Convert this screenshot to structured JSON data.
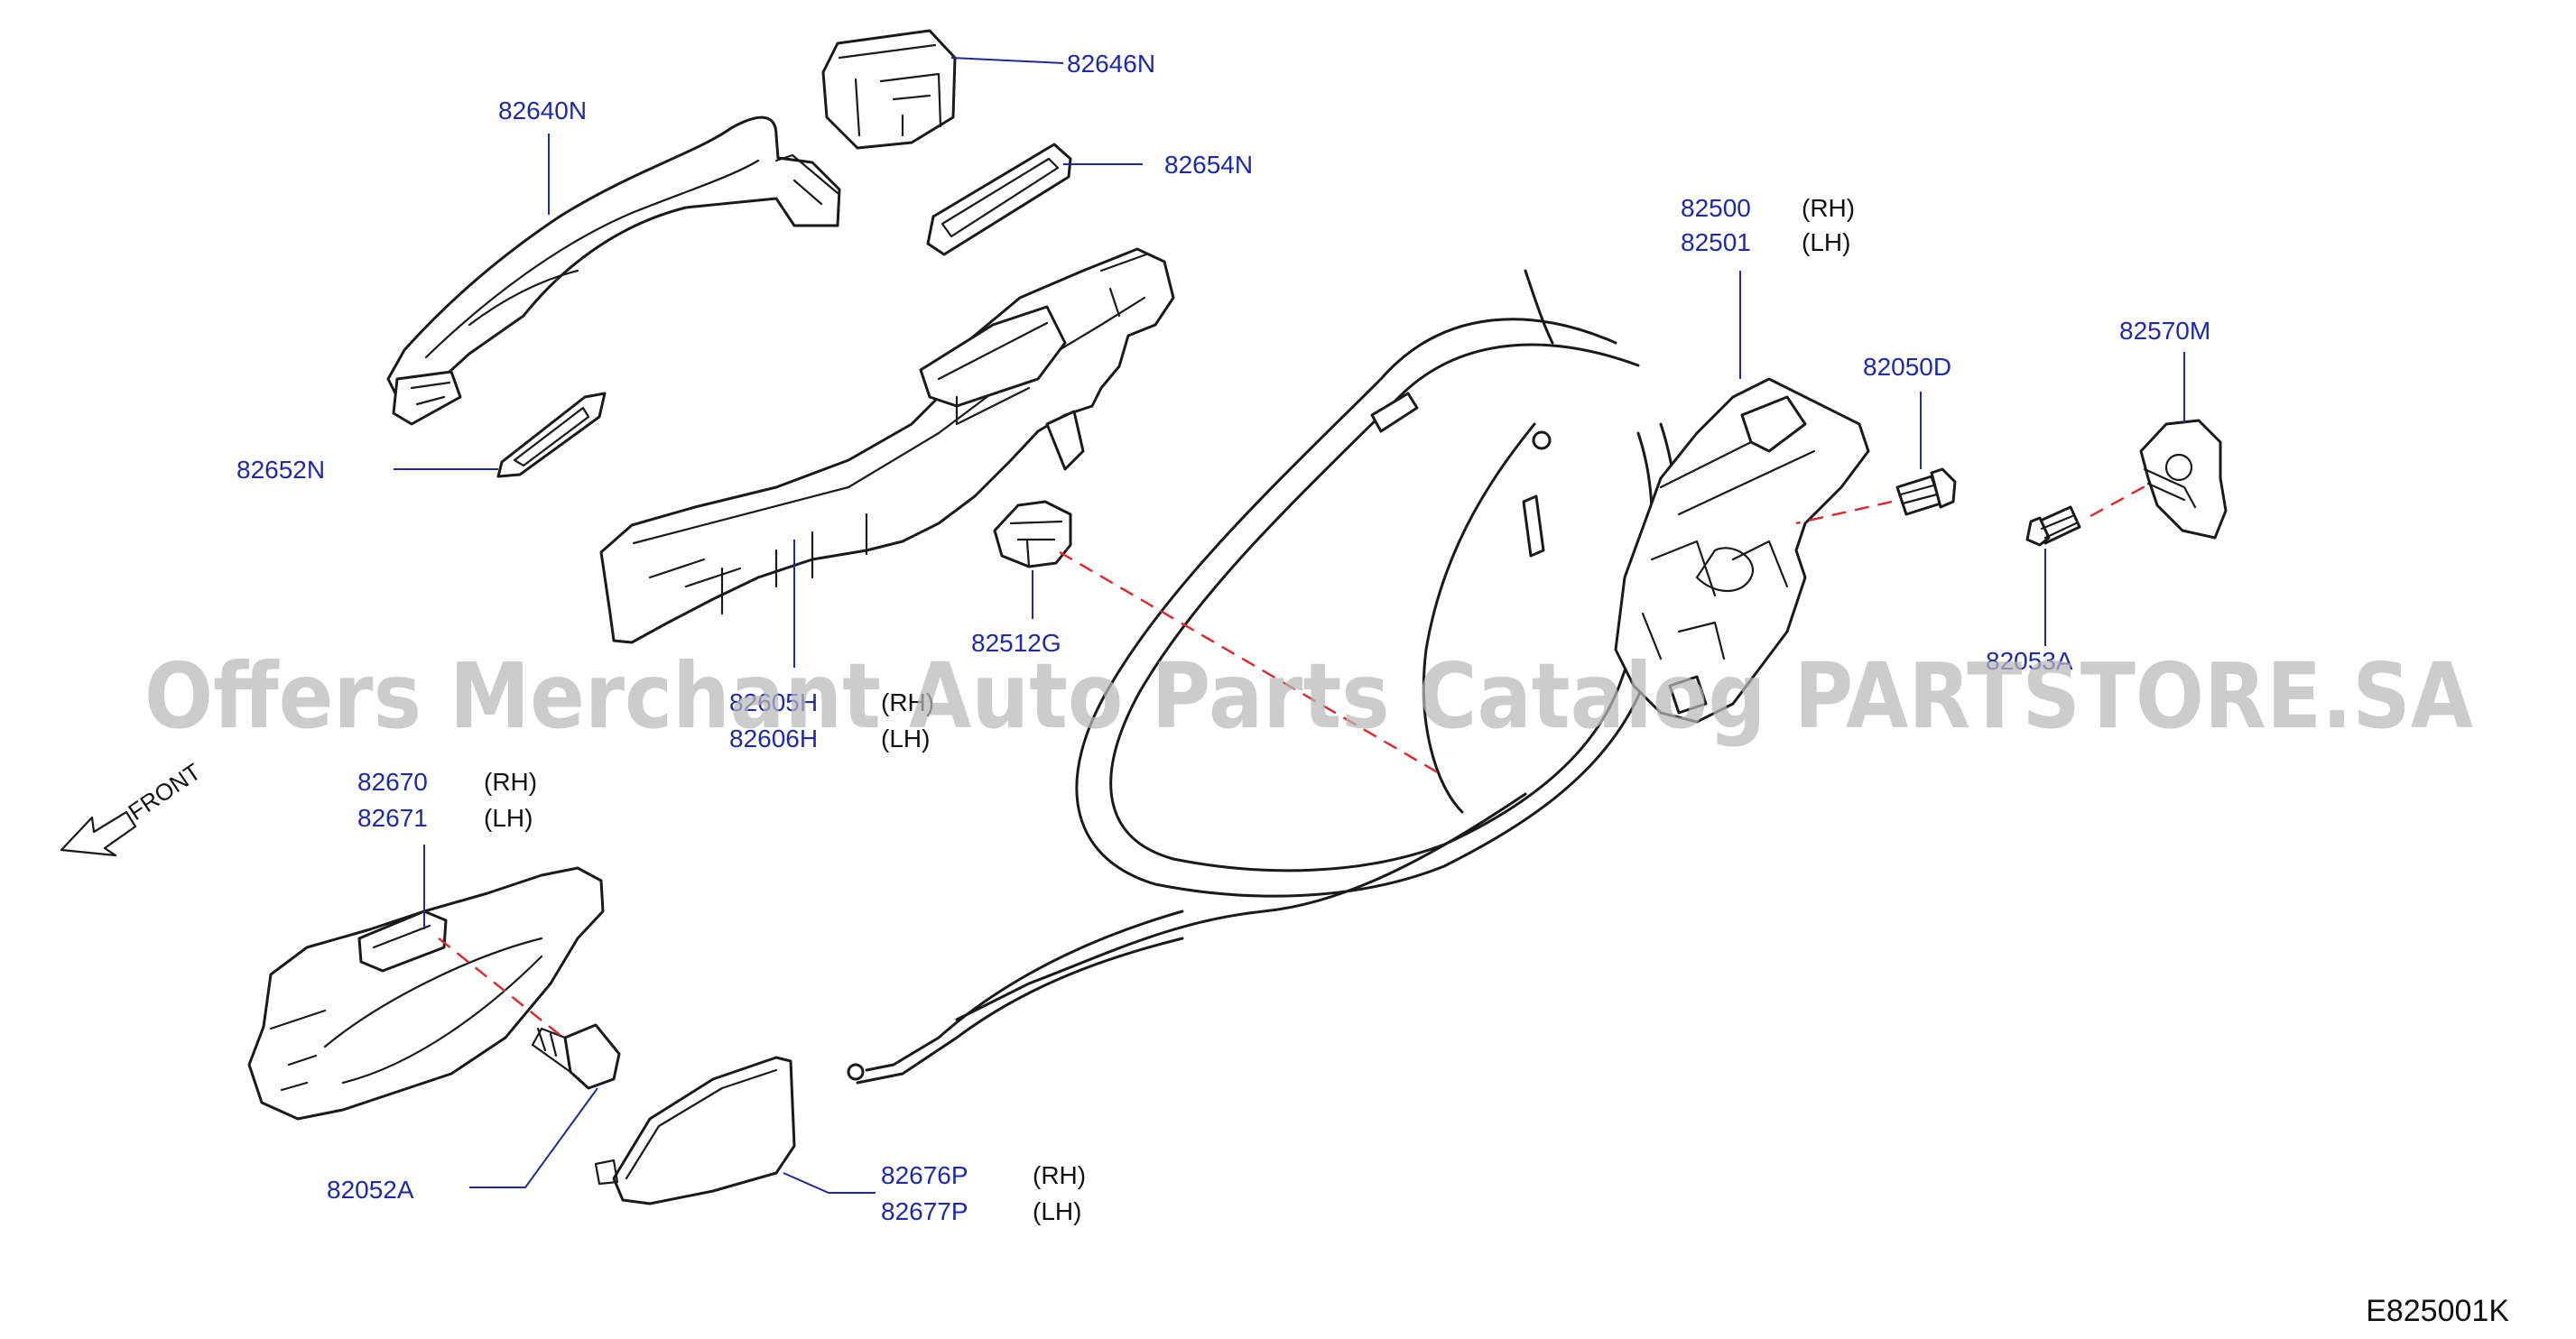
{
  "diagram": {
    "reference_code": "E825001K",
    "front_label": "FRONT",
    "watermark": "Offers Merchant Auto Parts Catalog PARTSTORE.SA",
    "colors": {
      "part_number": "#1f2aa8",
      "leader": "#1f2a9e",
      "dashed_axis": "#e0262a",
      "outline": "#1a1a1a",
      "watermark": "#b9b9b9"
    },
    "parts": {
      "p82646N": "82646N",
      "p82640N": "82640N",
      "p82654N": "82654N",
      "p82652N": "82652N",
      "p82500": "82500",
      "p82501": "82501",
      "p82050D": "82050D",
      "p82570M": "82570M",
      "p82512G": "82512G",
      "p82605H": "82605H",
      "p82606H": "82606H",
      "p82053A": "82053A",
      "p82670": "82670",
      "p82671": "82671",
      "p82052A": "82052A",
      "p82676P": "82676P",
      "p82677P": "82677P"
    },
    "sides": {
      "rh": "(RH)",
      "lh": "(LH)"
    }
  }
}
